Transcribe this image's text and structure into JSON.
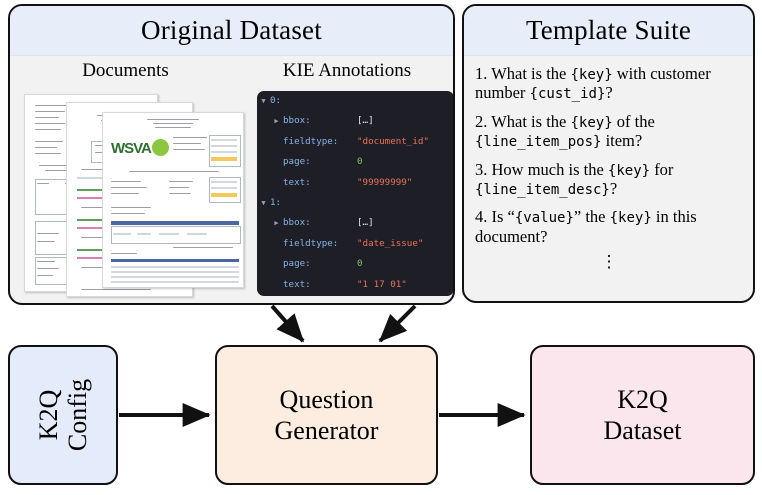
{
  "original_dataset": {
    "title": "Original Dataset",
    "subsections": [
      {
        "label": "Documents"
      },
      {
        "label": "KIE Annotations"
      }
    ],
    "kie_annotations": [
      {
        "index_label": "0:",
        "fields": [
          {
            "key": "bbox:",
            "value": "[…]",
            "kind": "collapsed"
          },
          {
            "key": "fieldtype:",
            "value": "\"document_id\"",
            "kind": "string"
          },
          {
            "key": "page:",
            "value": "0",
            "kind": "number"
          },
          {
            "key": "text:",
            "value": "\"99999999\"",
            "kind": "string"
          }
        ]
      },
      {
        "index_label": "1:",
        "fields": [
          {
            "key": "bbox:",
            "value": "[…]",
            "kind": "collapsed"
          },
          {
            "key": "fieldtype:",
            "value": "\"date_issue\"",
            "kind": "string"
          },
          {
            "key": "page:",
            "value": "0",
            "kind": "number"
          },
          {
            "key": "text:",
            "value": "\"1 17 01\"",
            "kind": "string"
          }
        ]
      }
    ],
    "document_logo_text": "WSVA"
  },
  "template_suite": {
    "title": "Template Suite",
    "templates": [
      {
        "number": "1.",
        "parts": [
          {
            "t": "text",
            "v": "What is the "
          },
          {
            "t": "mono",
            "v": "{key}"
          },
          {
            "t": "text",
            "v": " with customer number "
          },
          {
            "t": "mono",
            "v": "{cust_id}"
          },
          {
            "t": "text",
            "v": "?"
          }
        ]
      },
      {
        "number": "2.",
        "parts": [
          {
            "t": "text",
            "v": "What is the "
          },
          {
            "t": "mono",
            "v": "{key}"
          },
          {
            "t": "text",
            "v": " of the "
          },
          {
            "t": "mono",
            "v": "{line_item_pos}"
          },
          {
            "t": "text",
            "v": " item?"
          }
        ]
      },
      {
        "number": "3.",
        "parts": [
          {
            "t": "text",
            "v": "How much is the "
          },
          {
            "t": "mono",
            "v": "{key}"
          },
          {
            "t": "text",
            "v": " for "
          },
          {
            "t": "mono",
            "v": "{line_item_desc}"
          },
          {
            "t": "text",
            "v": "?"
          }
        ]
      },
      {
        "number": "4.",
        "parts": [
          {
            "t": "text",
            "v": "Is “"
          },
          {
            "t": "mono",
            "v": "{value}"
          },
          {
            "t": "text",
            "v": "” the "
          },
          {
            "t": "mono",
            "v": "{key}"
          },
          {
            "t": "text",
            "v": " in this document?"
          }
        ]
      }
    ],
    "continuation": "⋮"
  },
  "pipeline": {
    "config_box": {
      "line1": "K2Q",
      "line2": "Config"
    },
    "generator_box": {
      "line1": "Question",
      "line2": "Generator"
    },
    "output_box": {
      "line1": "K2Q",
      "line2": "Dataset"
    }
  },
  "colors": {
    "header_band": "#e8edfa",
    "panel_body": "#f2f2f2",
    "config_fill": "#e4ebfa",
    "generator_fill": "#fdece0",
    "output_fill": "#fbe6ee",
    "code_bg": "#1e1f26",
    "code_key": "#89b4e8",
    "code_string": "#e8735a",
    "code_number": "#7ec86b",
    "stroke": "#111111"
  }
}
